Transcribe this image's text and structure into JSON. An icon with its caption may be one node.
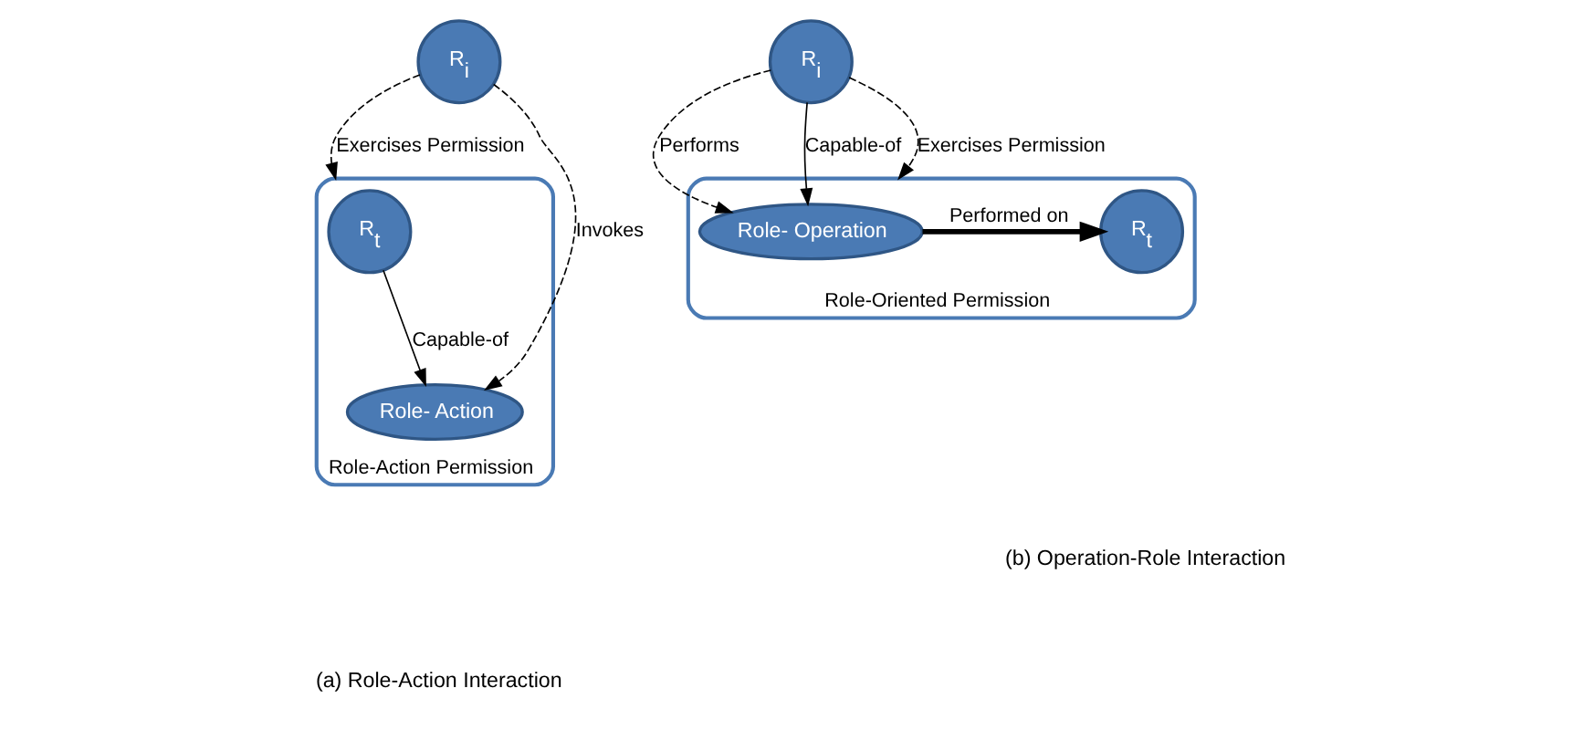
{
  "diagram": {
    "nodes": [
      {
        "text": [
          "R$_{i}$"
        ]
      },
      {
        "text": [
          "Role-Action Permission"
        ]
      },
      {
        "text": [
          "R$_{t}$"
        ],
        "in": 1
      },
      {
        "text": [
          "Role- Action"
        ],
        "in": 1
      },
      {
        "text": [
          "R$_{i}$"
        ]
      },
      {
        "text": [
          "Role-Oriented Permission"
        ]
      },
      {
        "text": [
          "Role- Operation"
        ],
        "in": 5
      },
      {
        "text": [
          "R$_{t}$"
        ],
        "in": 5
      }
    ],
    "edges": [
      {
        "from": 0,
        "to": 1,
        "arrow": "to",
        "label": "Exercises Permission",
        "style": "dashed"
      },
      {
        "from": 0,
        "to": 3,
        "arrow": "to",
        "label": "Invokes",
        "style": "dashed"
      },
      {
        "from": 2,
        "to": 3,
        "arrow": "to",
        "label": "Capable-of"
      },
      {
        "from": 4,
        "to": 6,
        "arrow": "to",
        "label": "Performs",
        "style": "dashed"
      },
      {
        "from": 4,
        "to": 6,
        "arrow": "to",
        "label": "Capable-of"
      },
      {
        "from": 4,
        "to": 5,
        "arrow": "to",
        "label": "Exercises Permission",
        "style": "dashed"
      },
      {
        "from": 6,
        "to": 7,
        "arrow": "to",
        "label": "Performed on",
        "style": "thick"
      }
    ],
    "labels": [
      "(a) Role-Action Interaction",
      "(b) Operation-Role Interaction"
    ]
  }
}
